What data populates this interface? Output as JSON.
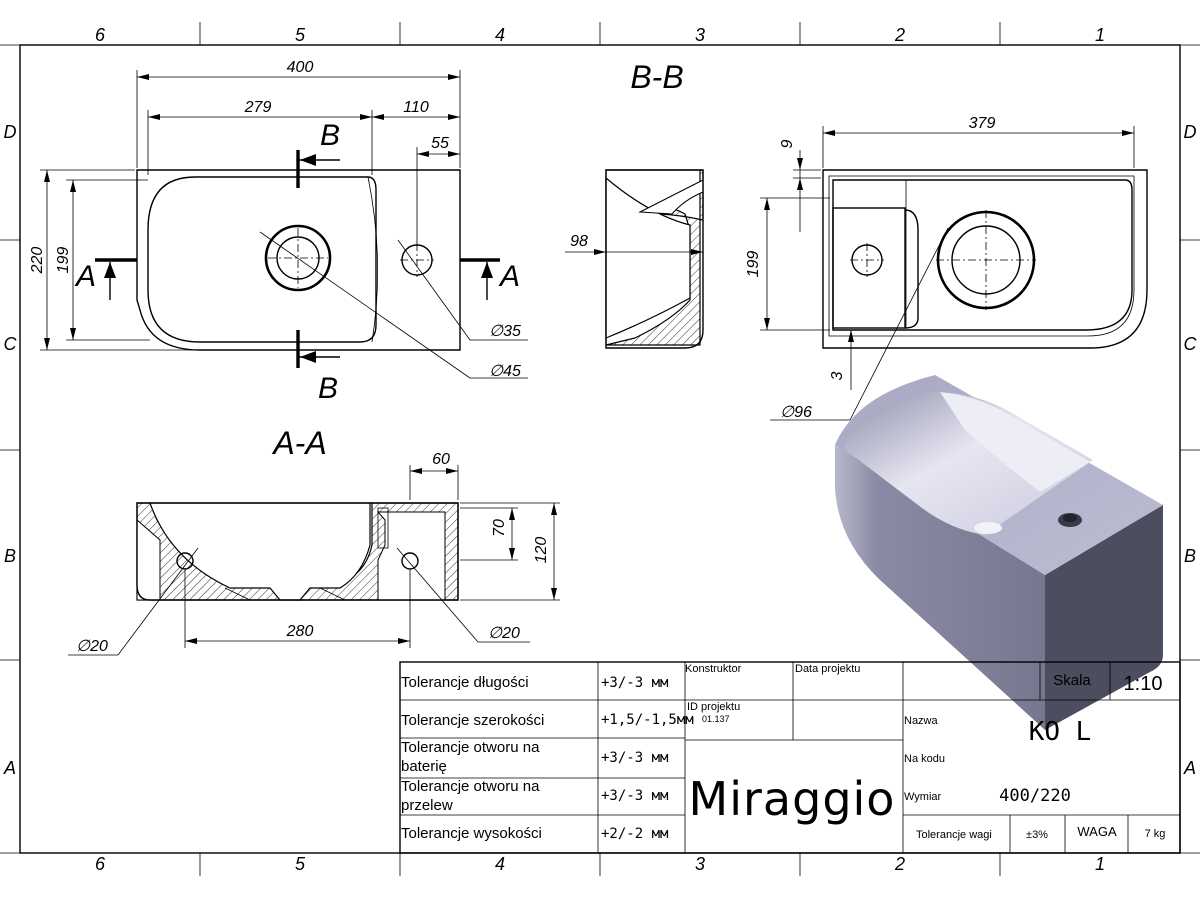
{
  "grid": {
    "columns": [
      "6",
      "5",
      "4",
      "3",
      "2",
      "1"
    ],
    "rows": [
      "D",
      "C",
      "B",
      "A"
    ]
  },
  "sections": {
    "bb_title": "B-B",
    "aa_title": "A-A",
    "cut_a": "A",
    "cut_b": "B"
  },
  "top_view": {
    "dim_width": "400",
    "dim_bowl": "279",
    "dim_side": "110",
    "dim_tap_offset": "55",
    "dim_height": "220",
    "dim_inner": "199",
    "dim_drain_inner": "∅35",
    "dim_drain_outer": "∅45"
  },
  "section_bb": {
    "dim_depth": "98"
  },
  "right_view": {
    "dim_len": "379",
    "dim_rim": "9",
    "dim_inner": "199",
    "dim_bottom": "3",
    "dim_bowl": "∅96"
  },
  "section_aa": {
    "dim_top": "60",
    "dim_inner_h": "70",
    "dim_total_h": "120",
    "dim_span": "280",
    "dim_left_hole": "∅20",
    "dim_right_hole": "∅20"
  },
  "title_block": {
    "tolerances": [
      {
        "label": "Tolerancje długości",
        "value": "+3/-3 мм"
      },
      {
        "label": "Tolerancje szerokości",
        "value": "+1,5/-1,5мм"
      },
      {
        "label": "Tolerancje otworu na baterię",
        "label_line1": "Tolerancje otworu na",
        "label_line2": "baterię",
        "value": "+3/-3 мм"
      },
      {
        "label": "Tolerancje otworu na przelew",
        "label_line1": "Tolerancje otworu na",
        "label_line2": "przelew",
        "value": "+3/-3 мм"
      },
      {
        "label": "Tolerancje wysokości",
        "value": "+2/-2 мм"
      }
    ],
    "konstruktor_label": "Konstruktor",
    "data_projektu_label": "Data projektu",
    "id_projektu_label": "ID projektu",
    "id_projektu_value": "01.137",
    "brand": "Miraggio",
    "skala_label": "Skala",
    "skala_value": "1:10",
    "nazwa_label": "Nazwa",
    "nazwa_value": "KO L",
    "na_kodu_label": "Na kodu",
    "wymiar_label": "Wymiar",
    "wymiar_value": "400/220",
    "tol_wagi_label": "Tolerancje wagi",
    "tol_wagi_value": "±3%",
    "waga_label": "WAGA",
    "waga_value": "7  kg"
  },
  "colors": {
    "line": "#000000",
    "render_light": "#d6d6ea",
    "render_mid": "#9a9ab8",
    "render_dark": "#4a4a5c"
  }
}
